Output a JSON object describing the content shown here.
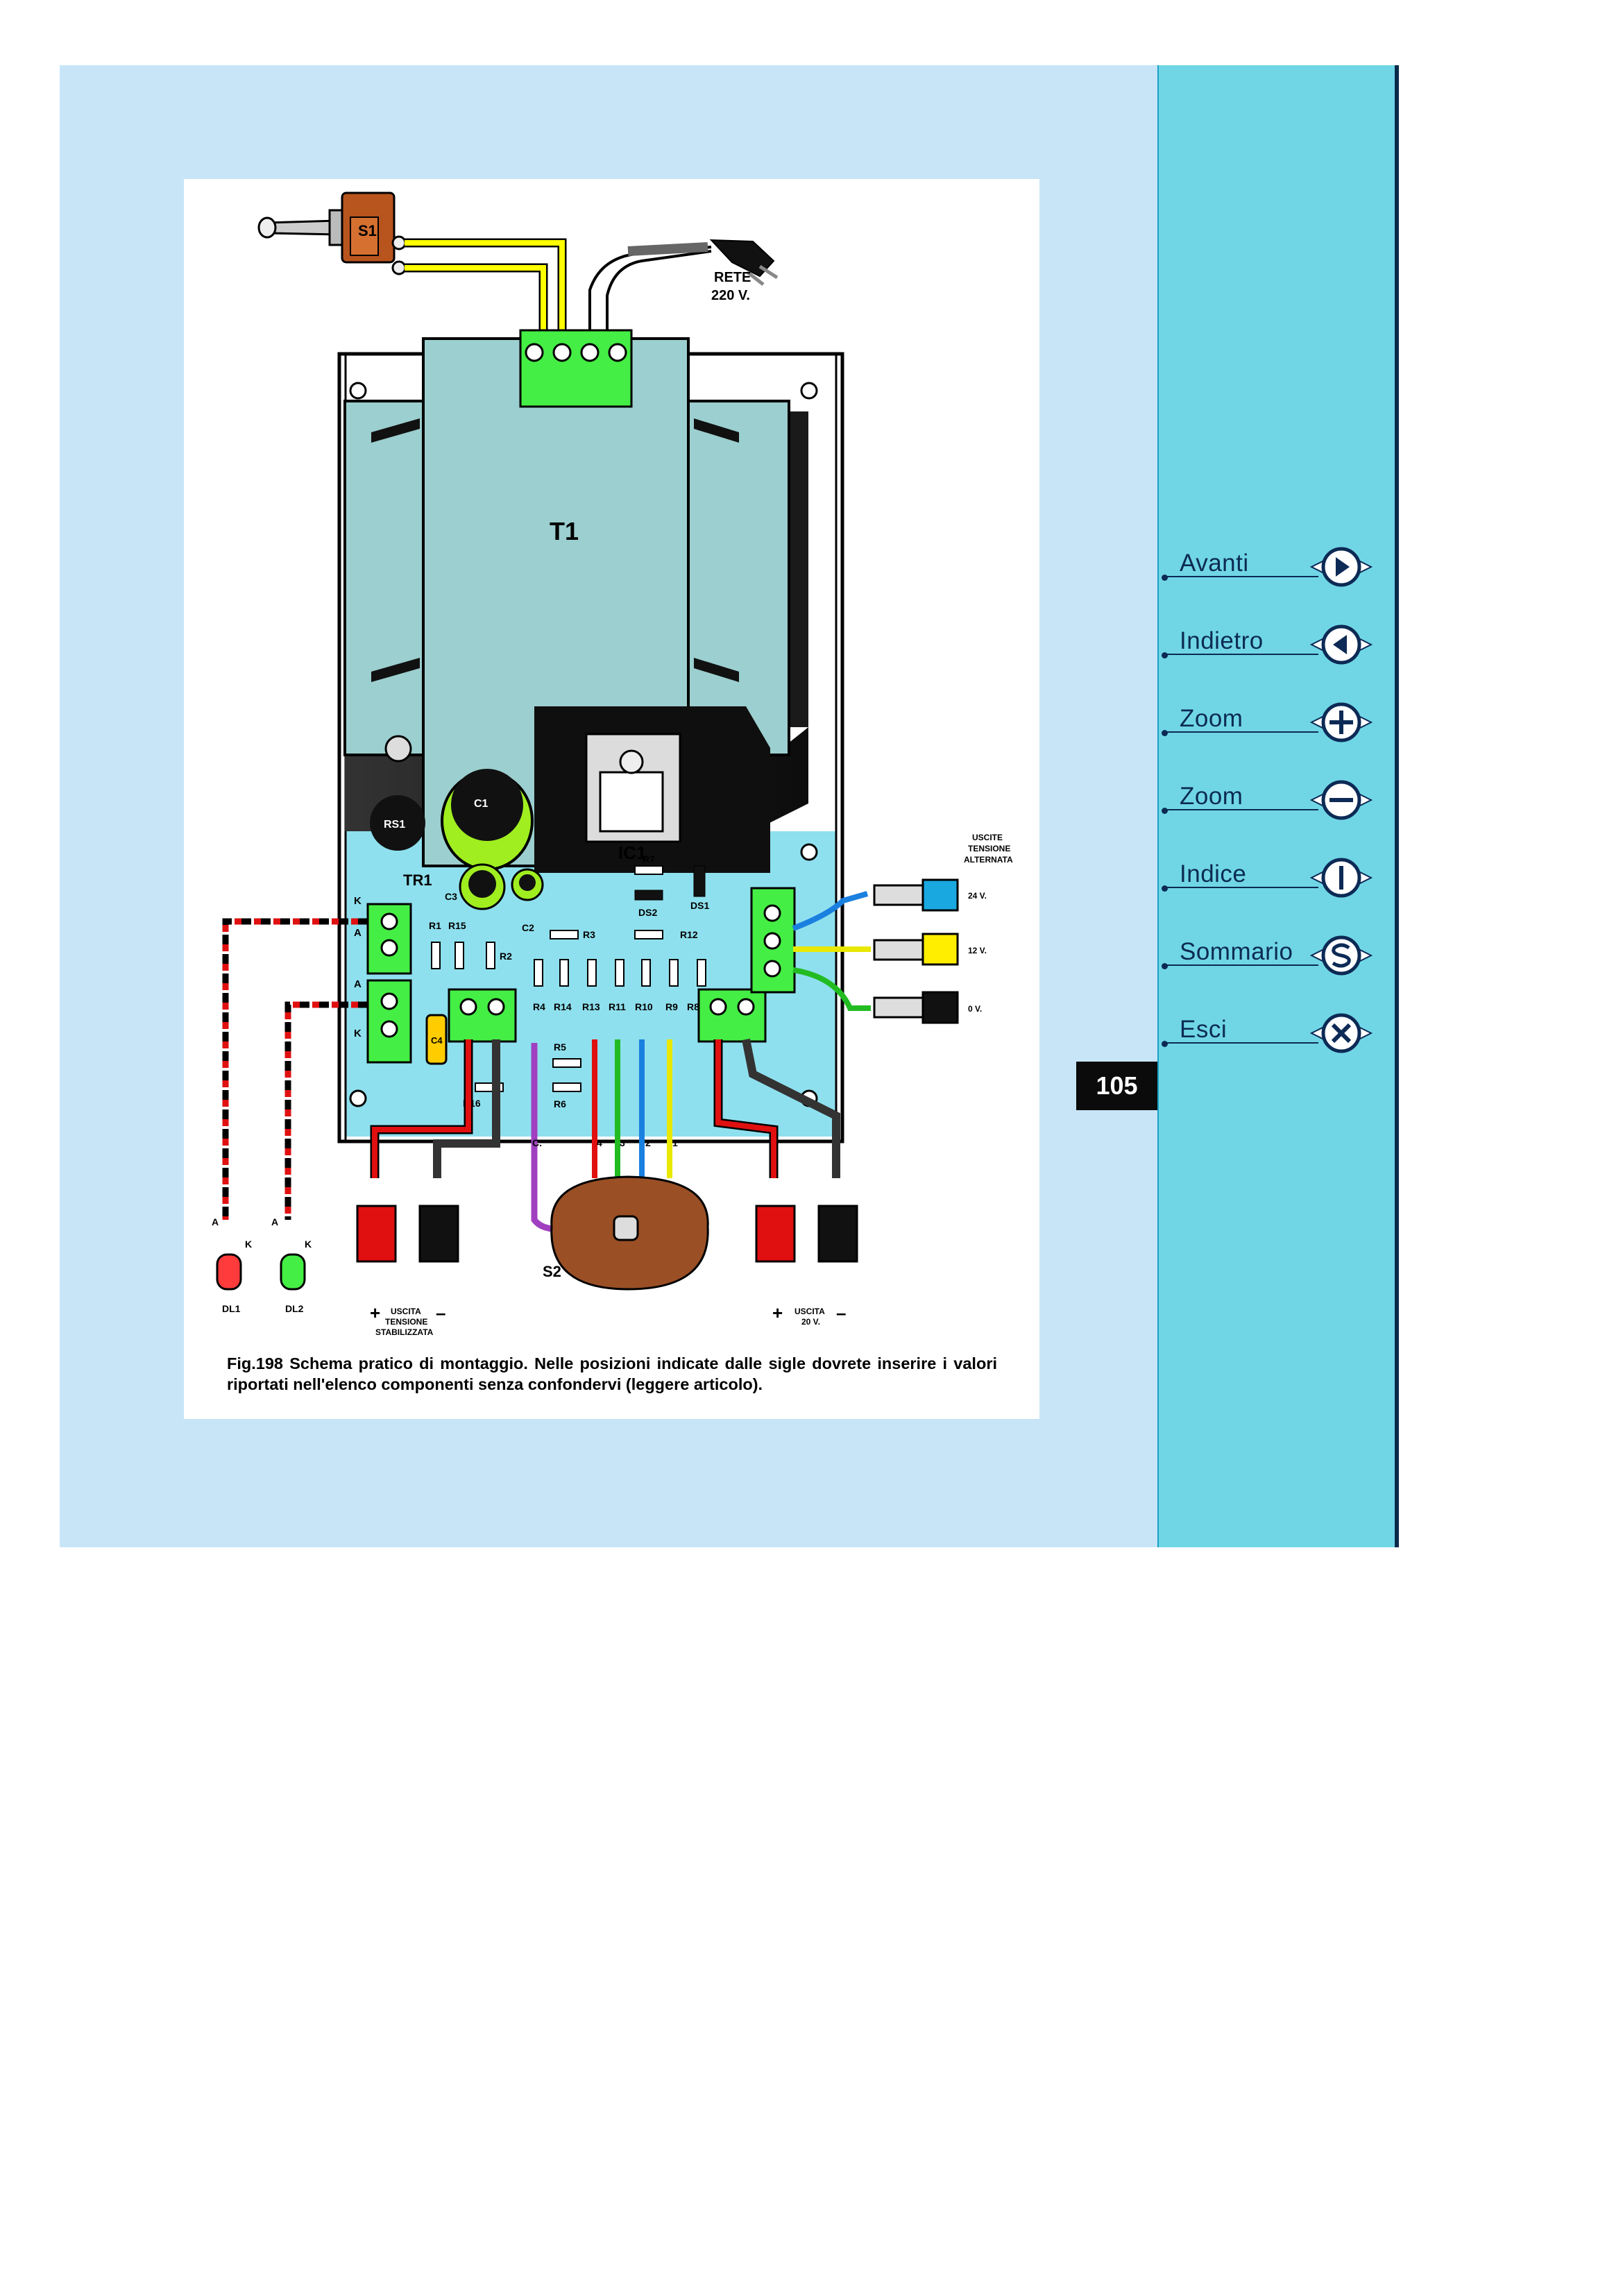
{
  "page": {
    "number": "105"
  },
  "nav": {
    "items": [
      {
        "label": "Avanti",
        "icon": "arrow-right-icon"
      },
      {
        "label": "Indietro",
        "icon": "arrow-left-icon"
      },
      {
        "label": "Zoom",
        "icon": "plus-icon"
      },
      {
        "label": "Zoom",
        "icon": "minus-icon"
      },
      {
        "label": "Indice",
        "icon": "index-icon"
      },
      {
        "label": "Sommario",
        "icon": "summary-icon"
      },
      {
        "label": "Esci",
        "icon": "close-icon"
      }
    ]
  },
  "figure": {
    "caption": "Fig.198 Schema pratico di montaggio. Nelle posizioni indicate dalle sigle dovrete inserire i valori riportati nell'elenco componenti senza confondervi (leggere articolo).",
    "labels": {
      "s1": "S1",
      "rete": "RETE",
      "rete_v": "220 V.",
      "t1": "T1",
      "ic1": "IC1",
      "tr1": "TR1",
      "rs1": "RS1",
      "c1": "C1",
      "c2": "C2",
      "c3": "C3",
      "c4": "C4",
      "r1": "R1",
      "r2": "R2",
      "r3": "R3",
      "r4": "R4",
      "r5": "R5",
      "r6": "R6",
      "r7": "R7",
      "r8": "R8",
      "r9": "R9",
      "r10": "R10",
      "r11": "R11",
      "r12": "R12",
      "r13": "R13",
      "r14": "R14",
      "r15": "R15",
      "r16": "R16",
      "ds1": "DS1",
      "ds2": "DS2",
      "s2": "S2",
      "dl1": "DL1",
      "dl2": "DL2",
      "common": "C.",
      "pos_4": "4",
      "pos_3": "3",
      "pos_2": "2",
      "pos_1": "1",
      "k": "K",
      "a": "A",
      "uscite_1": "USCITE",
      "uscite_2": "TENSIONE",
      "uscite_3": "ALTERNATA",
      "v24": "24 V.",
      "v12": "12 V.",
      "v0": "0 V.",
      "plus": "+",
      "minus": "–",
      "uscita": "USCITA",
      "tensione": "TENSIONE",
      "stabilizzata": "STABILIZZATA",
      "v20": "20 V."
    }
  },
  "colors": {
    "content_bg": "#c8e5f8",
    "panel_bg": "#70d6e6",
    "nav_text": "#0c2a55",
    "pcb": "#8fe0ee",
    "transformer": "#9ccfcf",
    "terminal": "#44ee44",
    "wire_red": "#e01010",
    "wire_yellow": "#ffff00",
    "wire_green": "#22cc22",
    "wire_blue": "#1a80e0",
    "wire_purple": "#a040c0",
    "switch_brown": "#b8541e"
  }
}
